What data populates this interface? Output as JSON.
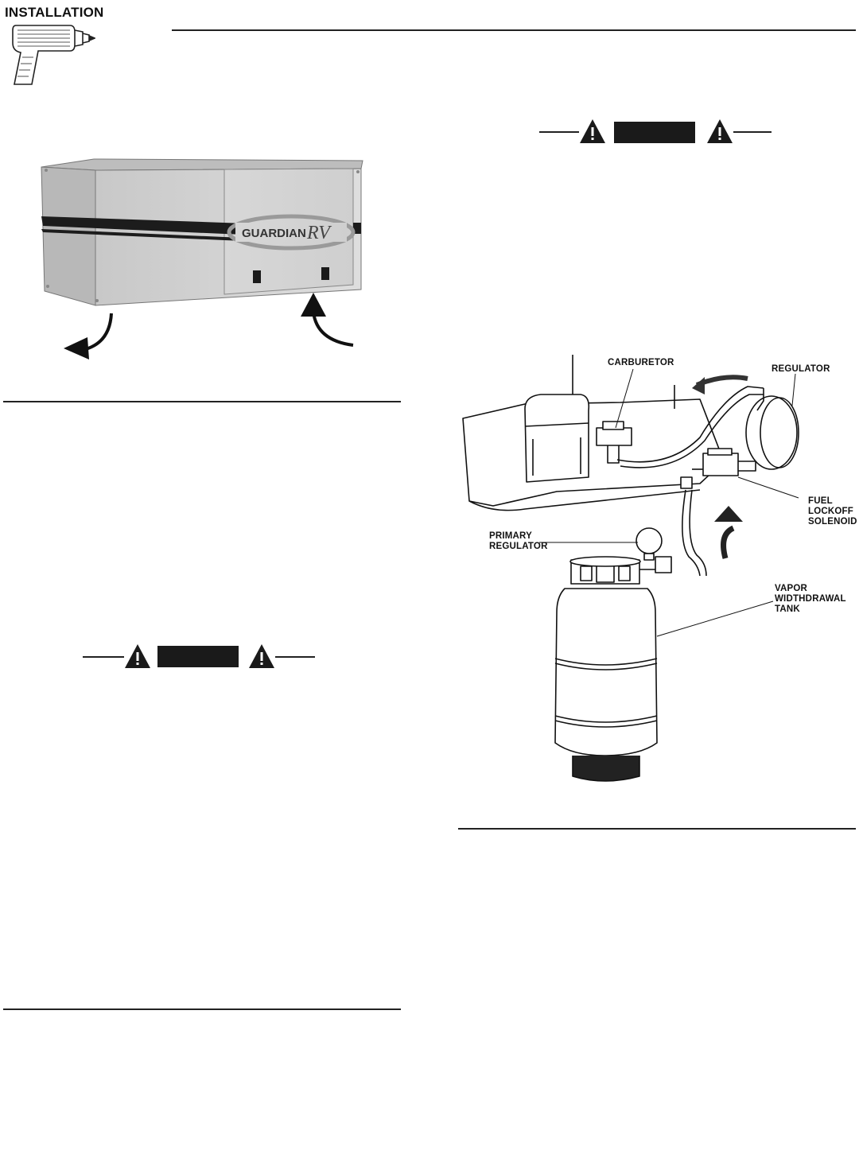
{
  "header": {
    "section_title": "INSTALLATION",
    "icon": "drill-icon"
  },
  "generator_figure": {
    "brand_logo": "GUARDIAN RV",
    "icons": [
      "exhaust-arrow-icon",
      "intake-arrow-icon"
    ]
  },
  "warnings": [
    {
      "icon": "warning-triangle-icon",
      "label": ""
    },
    {
      "icon": "warning-triangle-icon",
      "label": ""
    }
  ],
  "fuel_diagram": {
    "callouts": {
      "carburetor": "CARBURETOR",
      "regulator": "REGULATOR",
      "fuel_lockoff": "FUEL\nLOCKOFF\nSOLENOID",
      "primary_regulator": "PRIMARY\nREGULATOR",
      "vapor_tank": "VAPOR\nWIDTHDRAWAL\nTANK"
    }
  }
}
